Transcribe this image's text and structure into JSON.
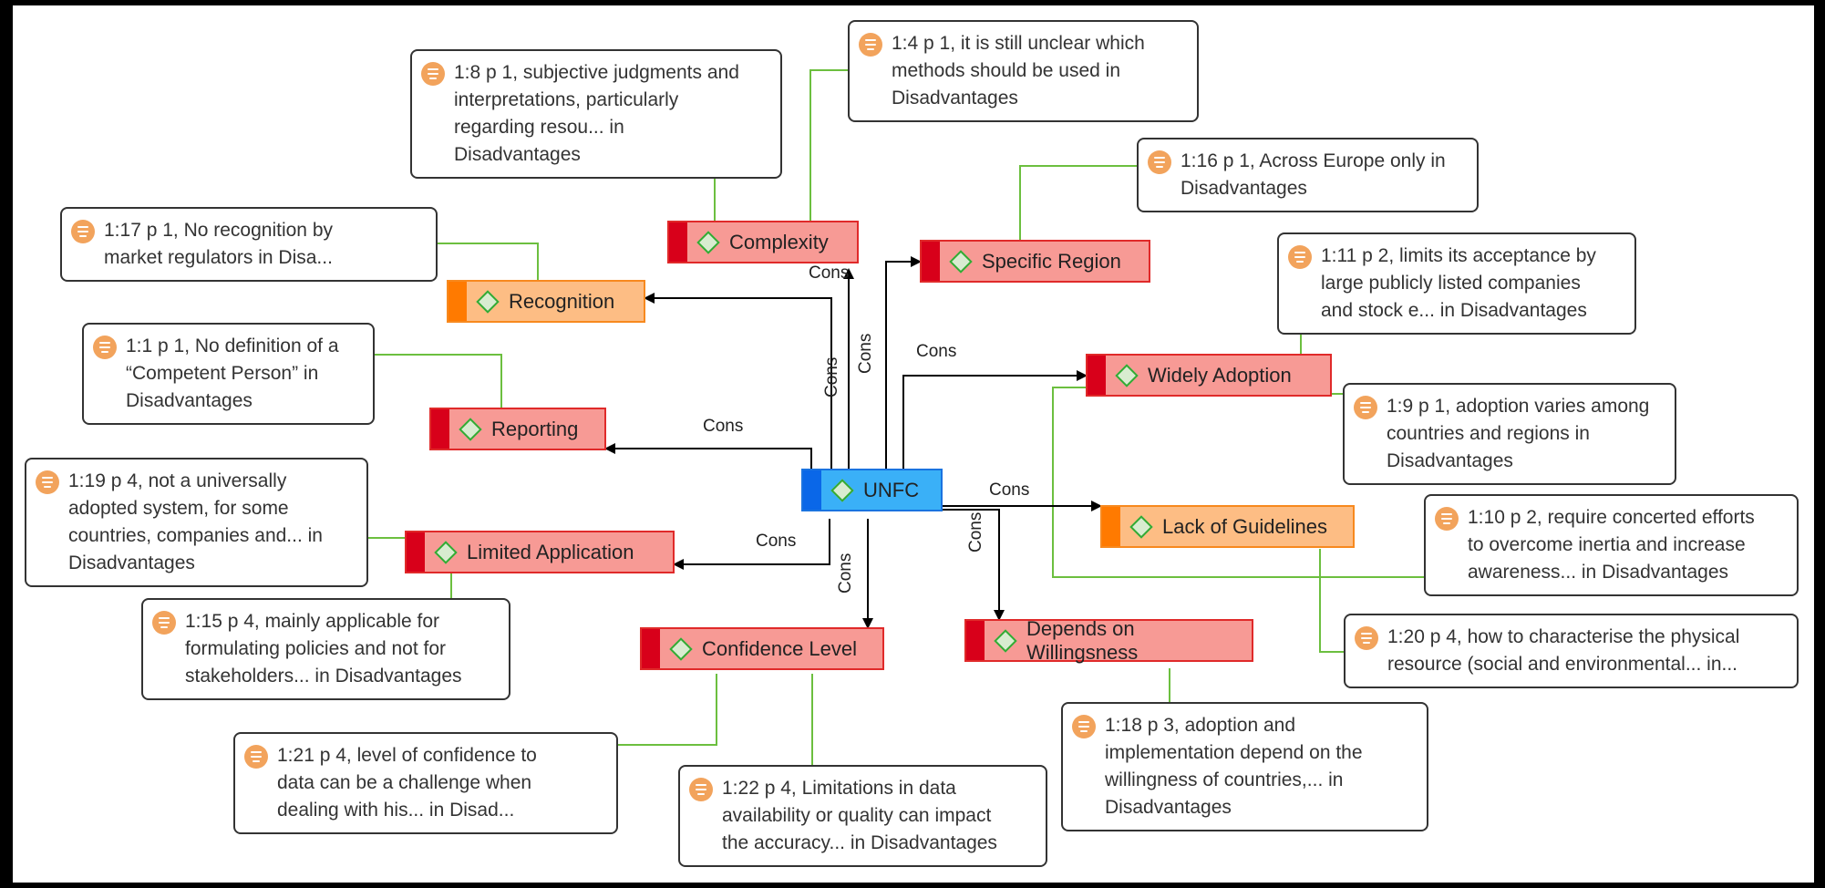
{
  "link_label": "Cons",
  "colors": {
    "code_red": "#f79a95",
    "code_orange": "#fdbd84",
    "code_blue": "#3ab0f7",
    "link_green": "#6cbf3f",
    "quote_icon": "#f2a35c"
  },
  "center": "UNFC",
  "codes": {
    "complexity": "Complexity",
    "specific_region": "Specific Region",
    "recognition": "Recognition",
    "widely_adoption": "Widely Adoption",
    "reporting": "Reporting",
    "lack_of_guidelines": "Lack of Guidelines",
    "limited_application": "Limited Application",
    "confidence_level": "Confidence Level",
    "depends_on_willingsness": "Depends on Willingsness"
  },
  "quotes": [
    {
      "id": "q1_8",
      "lines": [
        "1:8 p 1, subjective judgments and",
        "interpretations, particularly",
        "regarding resou... in",
        "Disadvantages"
      ]
    },
    {
      "id": "q1_4",
      "lines": [
        "1:4 p 1, it is still   unclear which",
        "methods should be used in",
        "Disadvantages"
      ]
    },
    {
      "id": "q1_16",
      "lines": [
        "1:16 p 1, Across Europe only in",
        "Disadvantages"
      ]
    },
    {
      "id": "q1_17",
      "lines": [
        "1:17 p 1, No   recognition by",
        "market regulators in Disa..."
      ]
    },
    {
      "id": "q1_11",
      "lines": [
        "1:11 p 2, limits its acceptance by",
        "large publicly listed companies",
        "and stock   e... in Disadvantages"
      ]
    },
    {
      "id": "q1_1",
      "lines": [
        "1:1 p 1, No definition of a",
        "“Competent Person” in",
        "Disadvantages"
      ]
    },
    {
      "id": "q1_9",
      "lines": [
        "1:9 p 1, adoption varies among",
        "countries and regions in",
        "Disadvantages"
      ]
    },
    {
      "id": "q1_19",
      "lines": [
        "1:19 p 4, not a   universally",
        "adopted system, for some",
        "countries, companies and... in",
        "Disadvantages"
      ]
    },
    {
      "id": "q1_10",
      "lines": [
        "1:10 p 2, require   concerted efforts",
        "to overcome inertia and increase",
        "awareness... in Disadvantages"
      ]
    },
    {
      "id": "q1_15",
      "lines": [
        "1:15 p 4, mainly applicable for",
        "formulating policies and not for",
        "stakeholders... in Disadvantages"
      ]
    },
    {
      "id": "q1_20",
      "lines": [
        "1:20 p 4, how to   characterise the physical",
        "resource (social and environmental... in..."
      ]
    },
    {
      "id": "q1_18",
      "lines": [
        "1:18 p 3, adoption and",
        "implementation depend on the",
        "willingness of countries,... in",
        "Disadvantages"
      ]
    },
    {
      "id": "q1_21",
      "lines": [
        "1:21 p 4, level of confidence to",
        "data can be a challenge when",
        "dealing with   his... in Disad..."
      ]
    },
    {
      "id": "q1_22",
      "lines": [
        "1:22 p 4, Limitations in data",
        "availability or quality can impact",
        "the   accuracy... in Disadvantages"
      ]
    }
  ]
}
